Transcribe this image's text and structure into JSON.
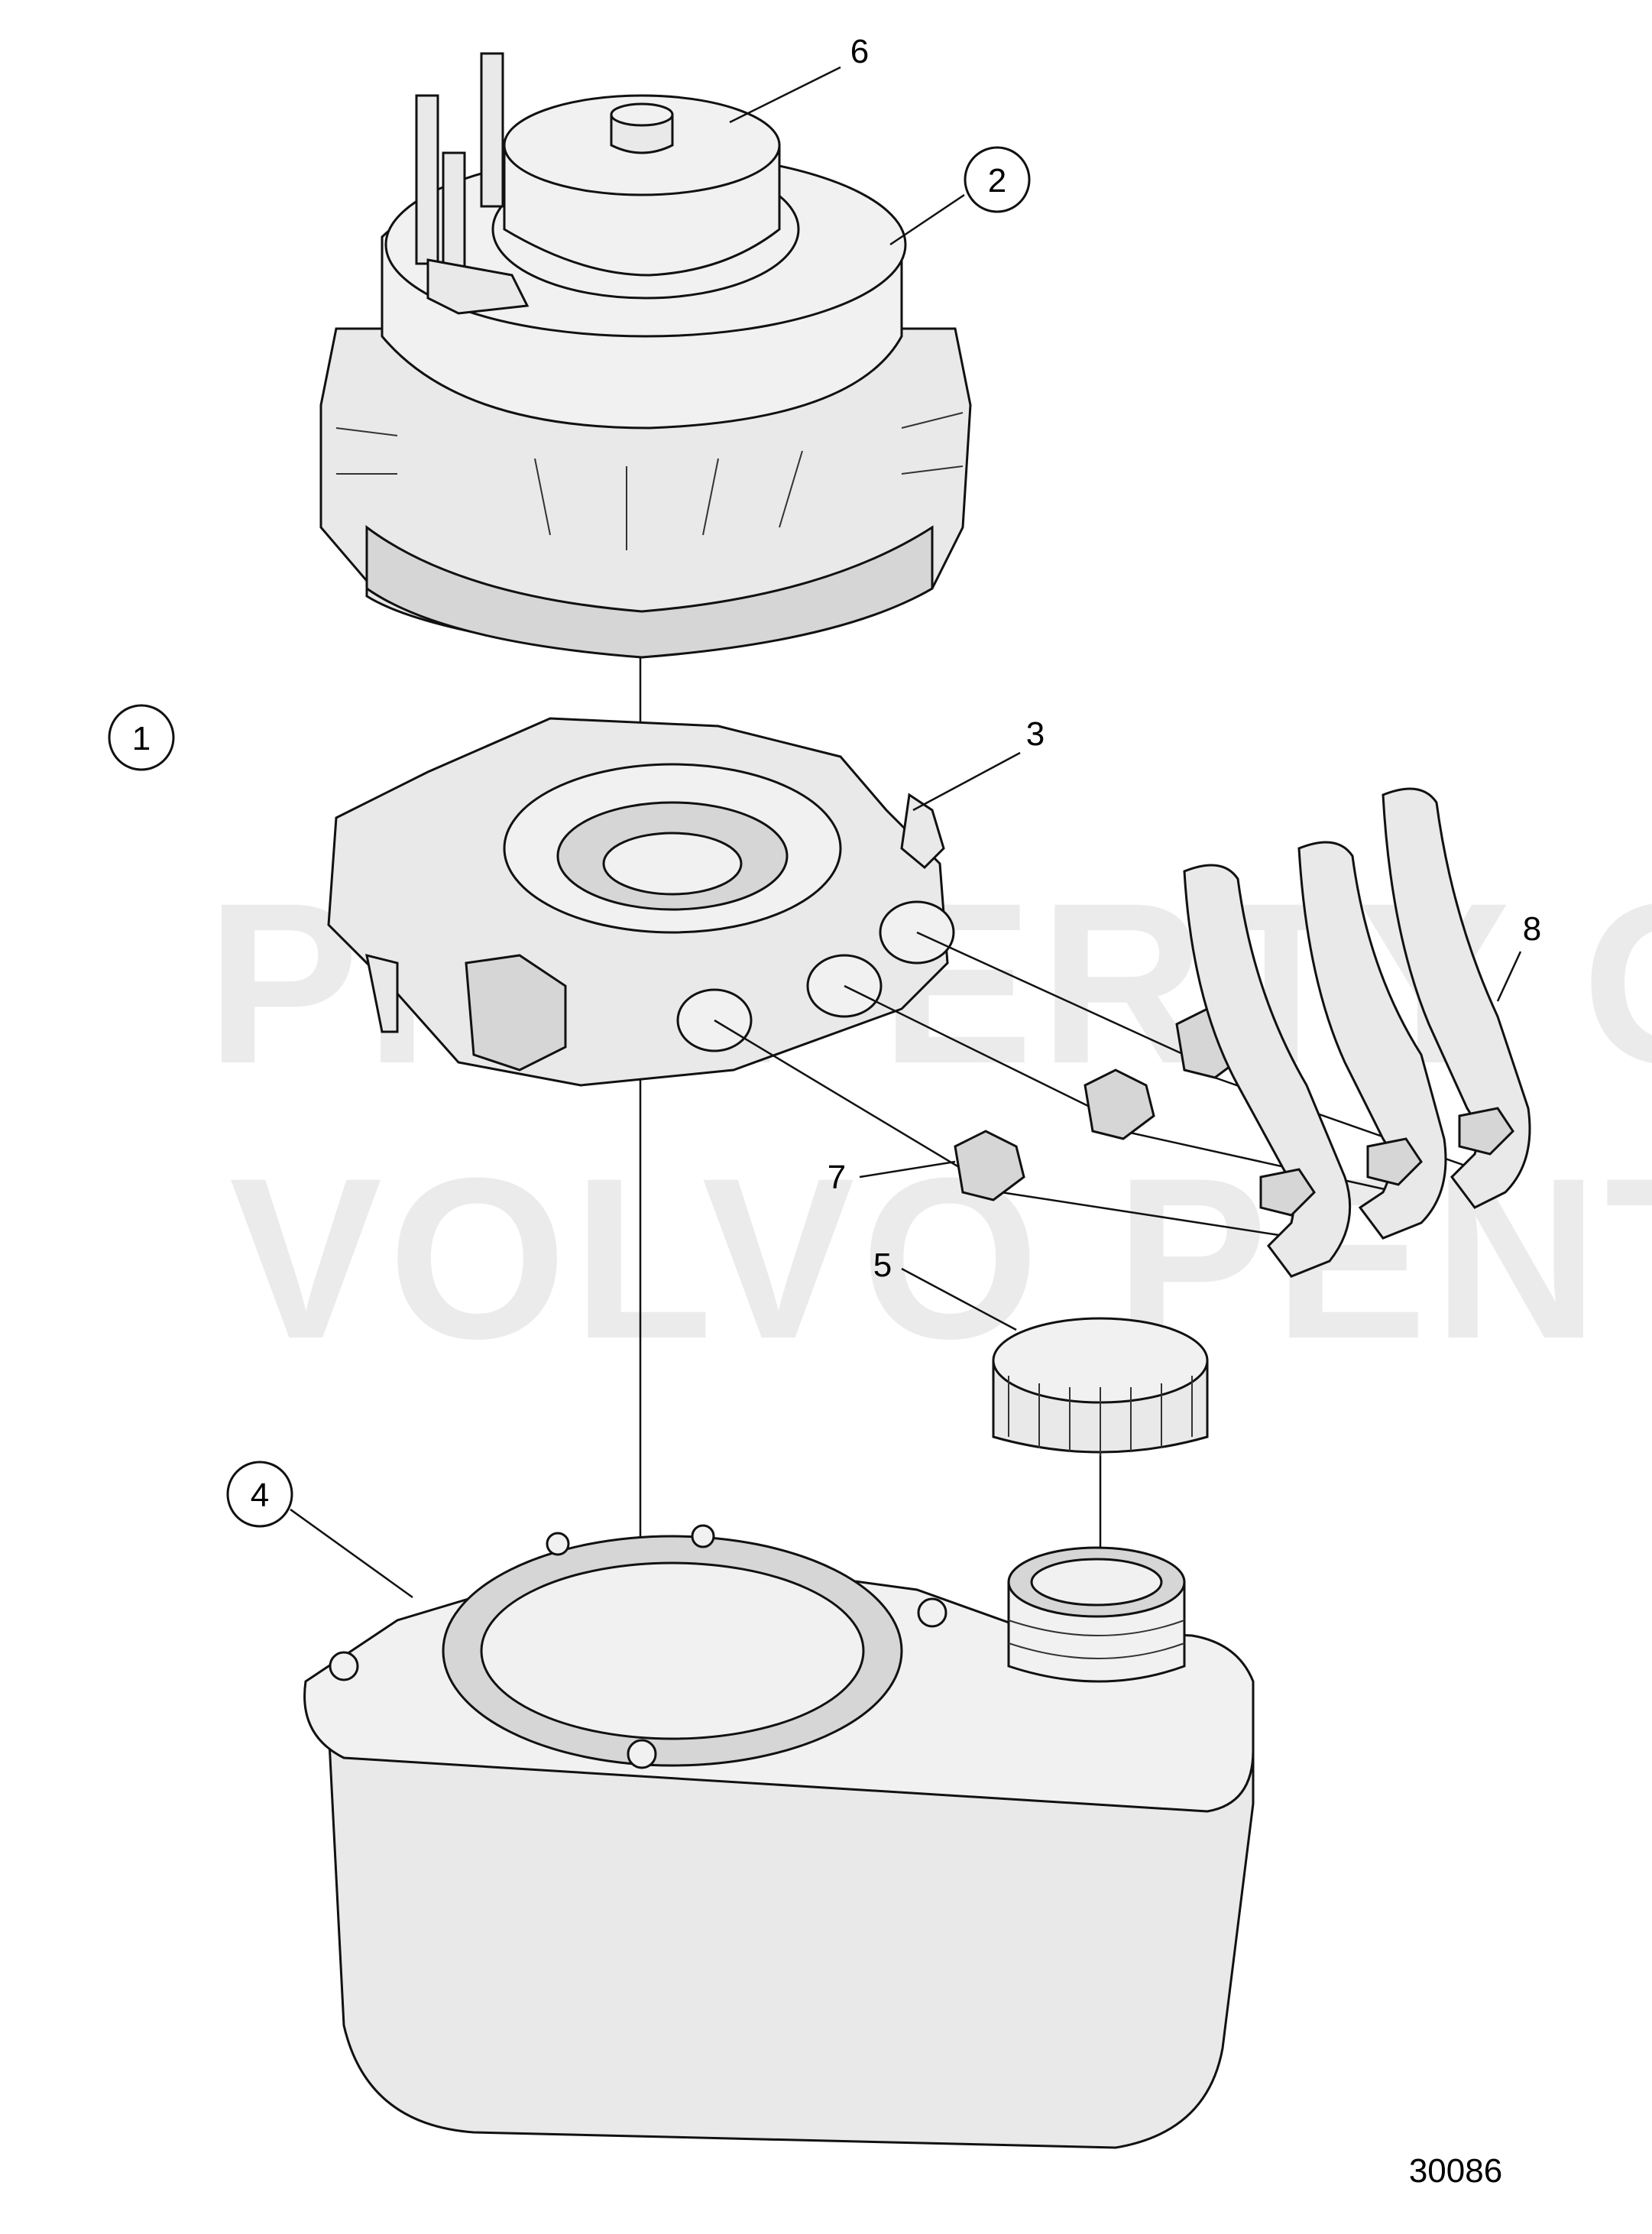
{
  "watermark": {
    "line1": "PROPERTY OF",
    "line2": "VOLVO PENTA"
  },
  "callouts": [
    {
      "id": "1",
      "circled": true
    },
    {
      "id": "2",
      "circled": true
    },
    {
      "id": "3",
      "circled": false
    },
    {
      "id": "4",
      "circled": true
    },
    {
      "id": "5",
      "circled": false
    },
    {
      "id": "6",
      "circled": false
    },
    {
      "id": "7",
      "circled": false
    },
    {
      "id": "8",
      "circled": false
    }
  ],
  "figure_number": "30086",
  "colors": {
    "part_fill": "#e9e9e9",
    "outline": "#111111",
    "watermark": "#ebebeb"
  }
}
